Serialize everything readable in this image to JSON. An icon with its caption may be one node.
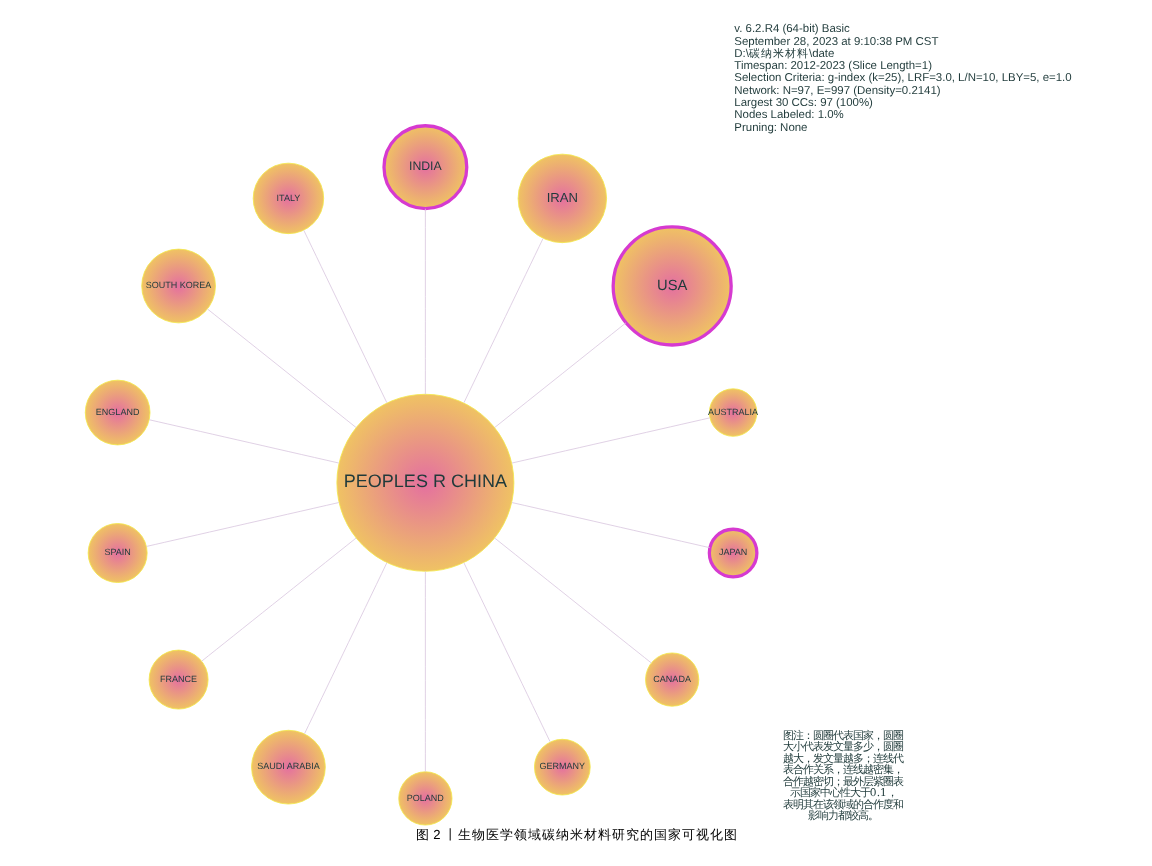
{
  "diagram": {
    "caption": "图 2 丨生物医学领域碳纳米材料研究的国家可视化图",
    "nodes": [
      {
        "text": [
          "AUSTRALIA"
        ]
      },
      {
        "text": [
          "USA"
        ]
      },
      {
        "text": [
          "IRAN"
        ]
      },
      {
        "text": [
          "INDIA"
        ]
      },
      {
        "text": [
          "ITALY"
        ]
      },
      {
        "text": [
          "SOUTH KOREA"
        ]
      },
      {
        "text": [
          "ENGLAND"
        ]
      },
      {
        "text": [
          "SPAIN"
        ]
      },
      {
        "text": [
          "FRANCE"
        ]
      },
      {
        "text": [
          "SAUDI ARABIA"
        ]
      },
      {
        "text": [
          "POLAND"
        ]
      },
      {
        "text": [
          "GERMANY"
        ]
      },
      {
        "text": [
          "CANADA"
        ]
      },
      {
        "text": [
          "JAPAN"
        ]
      },
      {
        "text": [
          "PEOPLES R CHINA"
        ]
      }
    ],
    "edges": [
      {
        "from": 14,
        "to": 0,
        "arrow": "none"
      },
      {
        "from": 14,
        "to": 1,
        "arrow": "none"
      },
      {
        "from": 14,
        "to": 2,
        "arrow": "none"
      },
      {
        "from": 14,
        "to": 3,
        "arrow": "none"
      },
      {
        "from": 14,
        "to": 4,
        "arrow": "none"
      },
      {
        "from": 14,
        "to": 5,
        "arrow": "none"
      },
      {
        "from": 14,
        "to": 6,
        "arrow": "none"
      },
      {
        "from": 14,
        "to": 7,
        "arrow": "none"
      },
      {
        "from": 14,
        "to": 8,
        "arrow": "none"
      },
      {
        "from": 14,
        "to": 9,
        "arrow": "none"
      },
      {
        "from": 14,
        "to": 10,
        "arrow": "none"
      },
      {
        "from": 14,
        "to": 11,
        "arrow": "none"
      },
      {
        "from": 14,
        "to": 12,
        "arrow": "none"
      },
      {
        "from": 14,
        "to": 13,
        "arrow": "none"
      }
    ],
    "labels": [
      "v. 6.2.R4 (64-bit) Basic",
      "September 28, 2023 at 9:10:38 PM CST",
      "D:\\碳纳米材料\\date",
      "Timespan: 2012-2023 (Slice Length=1)",
      "Selection Criteria: g-index (k=25), LRF=3.0, L/N=10, LBY=5, e=1.0",
      "Network: N=97, E=997 (Density=0.2141)",
      "Largest 30 CCs: 97 (100%)",
      "Nodes Labeled: 1.0%",
      "Pruning: None",
      "图注：圆圈代表国家，圆圈大小代表发文量多少，圆圈越大，发文量越多；连线代表合作关系，连线越密集，合作越密切；最外层紫圈表示国家中心性大于0.1，表明其在该领域的合作度和影响力都较高。"
    ]
  }
}
